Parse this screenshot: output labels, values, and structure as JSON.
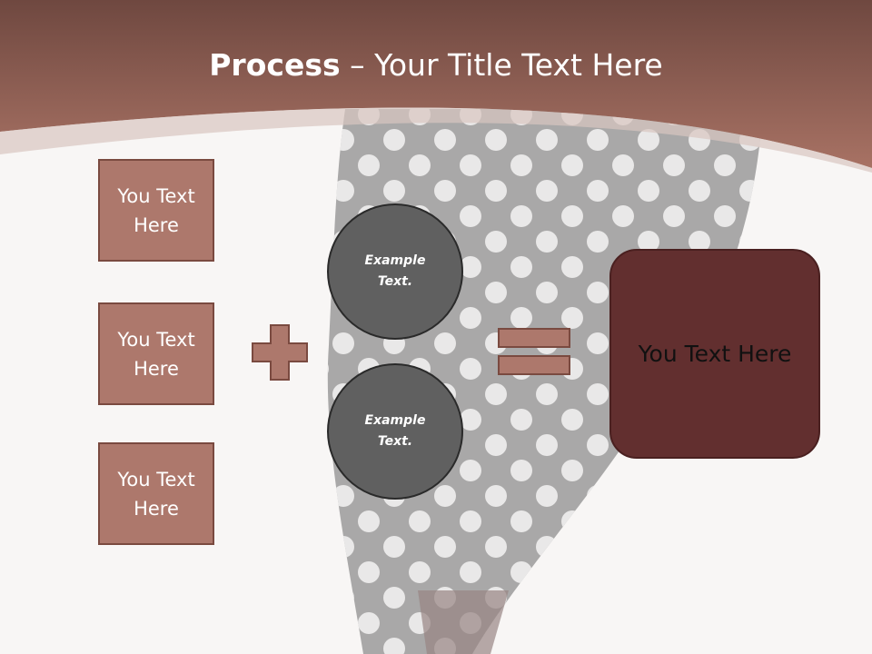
{
  "slide": {
    "title_bold": "Process",
    "title_rest": " – Your Title Text Here"
  },
  "left_boxes": [
    {
      "label": "You Text\nHere"
    },
    {
      "label": "You Text\nHere"
    },
    {
      "label": "You Text\nHere"
    }
  ],
  "circles": [
    {
      "label": "Example\nText."
    },
    {
      "label": "Example\nText."
    }
  ],
  "result": {
    "label": "You Text Here"
  },
  "colors": {
    "header_brown": "#8f5d53",
    "box_fill": "#ad786c",
    "circle_fill": "#606060",
    "result_fill": "#622f2f"
  },
  "icons": {
    "plus": "plus-icon",
    "equals": "equals-icon"
  }
}
